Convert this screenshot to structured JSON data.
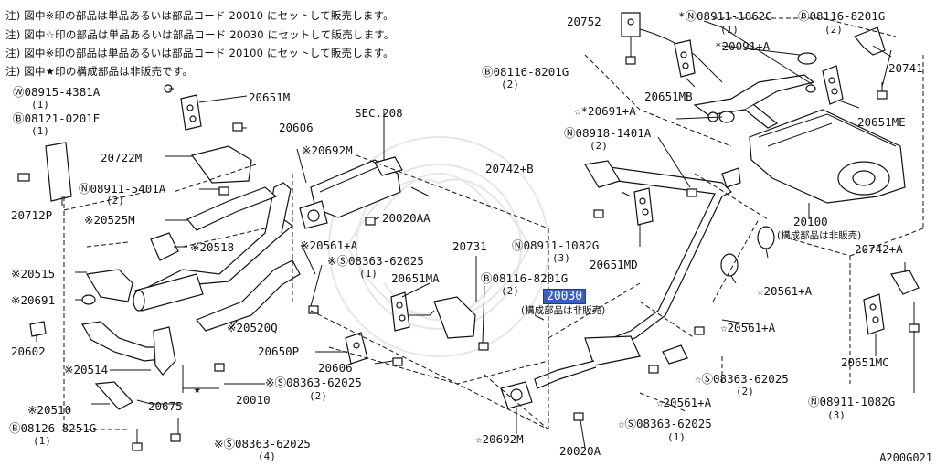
{
  "notes": [
    "注) 図中※印の部品は単品あるいは部品コード 20010 にセットして販売します。",
    "注) 図中☆印の部品は単品あるいは部品コード 20030 にセットして販売します。",
    "注) 図中※印の部品は単品あるいは部品コード 20100 にセットして販売します。",
    "注) 図中★印の構成部品は非販売です。"
  ],
  "labels": {
    "p20752": "20752",
    "p08911_1062G_top": "*Ⓝ08911-1062G",
    "q1_top": "(1)",
    "p08116_8201G_top": "Ⓑ08116-8201G",
    "q2_top": "(2)",
    "p20091A": "*20091+A",
    "p20741": "20741",
    "p08116_8201G_left": "Ⓑ08116-8201G",
    "q2_left": "(2)",
    "p20651MB": "20651MB",
    "p20651ME": "20651ME",
    "p20691A": "☆*20691+A",
    "p08918_1401A": "Ⓝ08918-1401A",
    "q2_08918": "(2)",
    "p20742B": "20742+B",
    "p08915_4381A": "Ⓦ08915-4381A",
    "q1_08915": "(1)",
    "p20651M": "20651M",
    "p08121_0201E": "Ⓑ08121-0201E",
    "q1_08121": "(1)",
    "p20606_top": "20606",
    "sec208": "SEC.208",
    "p20722M": "20722M",
    "p20692M_top": "※20692M",
    "p08911_5401A": "Ⓝ08911-5401A",
    "q2_5401": "(2)",
    "p20712P": "20712P",
    "p20525M": "※20525M",
    "p20020AA": "20020AA",
    "p20518": "※20518",
    "p20561A_mid": "※20561+A",
    "p20731": "20731",
    "p08911_1082G_mid": "Ⓝ08911-1082G",
    "q3_mid": "(3)",
    "p20651MD": "20651MD",
    "p20100": "20100",
    "p20100_sub": "(構成部品は非販売)",
    "p20742A": "20742+A",
    "p20515": "※20515",
    "p08363_62025_top": "※Ⓢ08363-62025",
    "q1_08363_top": "(1)",
    "p20651MA": "20651MA",
    "p08116_8201G_mid": "Ⓑ08116-8201G",
    "q2_mid": "(2)",
    "p20561A_r1": "☆20561+A",
    "p20691": "※20691",
    "p20030": "20030",
    "p20030_sub": "(構成部品は非販売)",
    "p20520Q": "※20520Q",
    "p20561A_r2": "☆20561+A",
    "p20602": "20602",
    "p20650P": "20650P",
    "p20606_bot": "20606",
    "p20651MC": "20651MC",
    "p20514": "※20514",
    "p08363_62025_mid": "※Ⓢ08363-62025",
    "q2_08363_mid": "(2)",
    "p08363_62025_right": "☆Ⓢ08363-62025",
    "q2_08363_right": "(2)",
    "p20010": "20010",
    "p20561A_bot": "☆20561+A",
    "p08911_1082G_r": "Ⓝ08911-1082G",
    "q3_r": "(3)",
    "p20510": "※20510",
    "p20675": "20675",
    "p08363_62025_bot2": "☆Ⓢ08363-62025",
    "q1_bot2": "(1)",
    "p08126_8251G": "Ⓑ08126-8251G",
    "q1_08126": "(1)",
    "p08363_62025_bot": "※Ⓢ08363-62025",
    "q4_bot": "(4)",
    "p20692M_bot": "☆20692M",
    "p20020A": "20020A",
    "star": "★"
  },
  "diagram_code": "A200G021",
  "highlight_color": "#3a5fbf"
}
